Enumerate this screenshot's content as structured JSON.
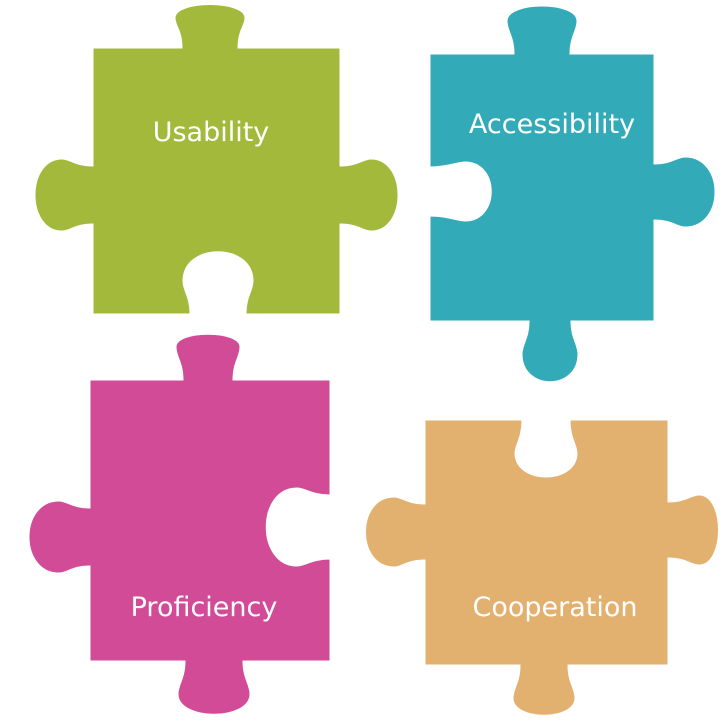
{
  "pieces": [
    {
      "label": "Usability",
      "color": "#a3b93b"
    },
    {
      "label": "Accessibility",
      "color": "#33aab7"
    },
    {
      "label": "Proficiency",
      "color": "#d14b97"
    },
    {
      "label": "Cooperation",
      "color": "#e2b06f"
    }
  ]
}
